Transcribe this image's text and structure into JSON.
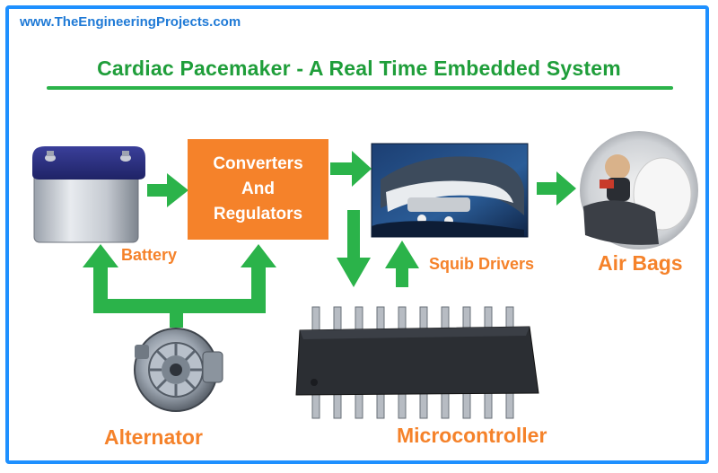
{
  "watermark": "www.TheEngineeringProjects.com",
  "title": "Cardiac Pacemaker - A Real Time Embedded System",
  "converters_box": {
    "line1": "Converters",
    "line2": "And",
    "line3": "Regulators"
  },
  "labels": {
    "battery": "Battery",
    "squib_drivers": "Squib Drivers",
    "air_bags": "Air Bags",
    "alternator": "Alternator",
    "microcontroller": "Microcontroller"
  },
  "colors": {
    "arrow": "#2bb34a",
    "label": "#f5822a",
    "border": "#1e90ff",
    "watermark": "#1f7ad6",
    "title": "#1f9e3a"
  }
}
